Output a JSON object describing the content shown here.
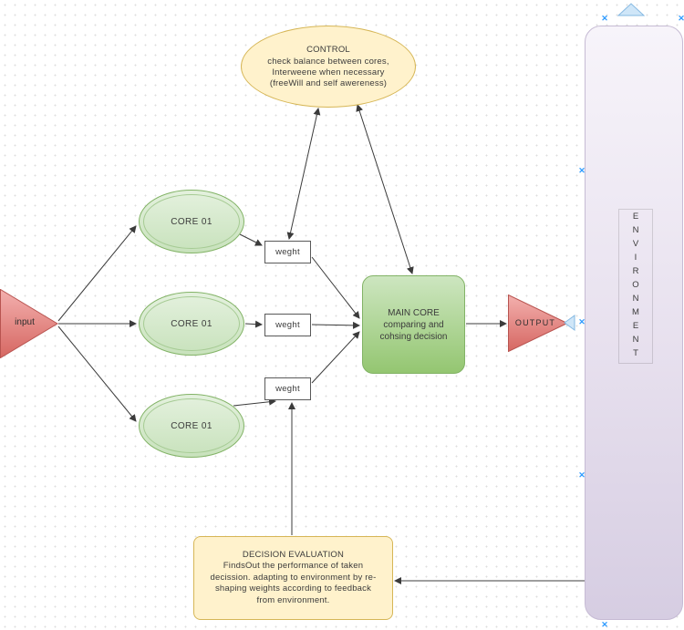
{
  "canvas": {
    "nodes": {
      "control": {
        "title": "CONTROL",
        "lines": [
          "check balance between cores,",
          "Interweene when necessary",
          "(freeWill and self awereness)"
        ]
      },
      "cores": [
        "CORE 01",
        "CORE 01",
        "CORE 01"
      ],
      "weights": [
        "weght",
        "weght",
        "weght"
      ],
      "main_core": {
        "title": "MAIN CORE",
        "lines": [
          "comparing and",
          "cohsing decision"
        ]
      },
      "input_label": "input",
      "output_label": "OUTPUT",
      "environment_label": "ENVIRONMENT",
      "decision": {
        "title": "DECISION EVALUATION",
        "lines": [
          "FindsOut the performance of taken",
          "decission. adapting to environment by re-",
          "shaping weights according to feedback",
          "from environment."
        ]
      }
    },
    "icons": {
      "connection_point_glyph": "✕"
    },
    "colors": {
      "node_yellow_fill": "#fff2cc",
      "node_yellow_stroke": "#d6b656",
      "node_green_fill": "#d5e8d4",
      "node_green_stroke": "#82b366",
      "node_red_stroke": "#b85450",
      "node_purple_fill": "#e3dbec",
      "edge_color": "#3b3b3b",
      "handle_blue": "#2e9bff"
    }
  }
}
